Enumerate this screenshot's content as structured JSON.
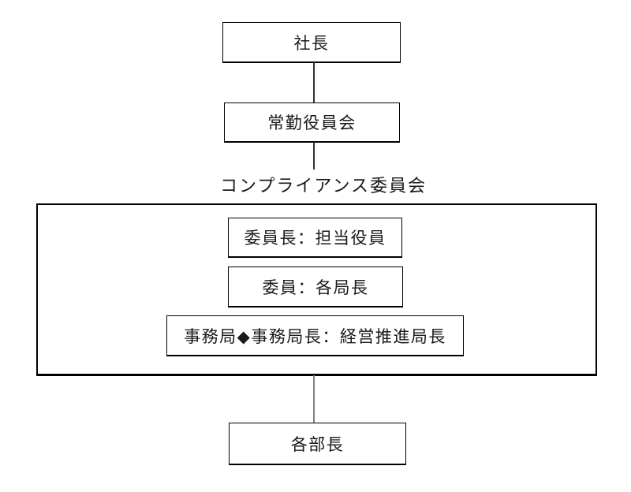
{
  "orgchart": {
    "committee_label": "コンプライアンス委員会",
    "nodes": {
      "president": {
        "label": "社長"
      },
      "standing_board": {
        "label": "常勤役員会"
      },
      "chairperson": {
        "label": "委員長：担当役員"
      },
      "members": {
        "label": "委員：各局長"
      },
      "secretariat": {
        "label": "事務局◆事務局長：経営推進局長"
      },
      "department_heads": {
        "label": "各部長"
      }
    }
  },
  "colors": {
    "background": "#ffffff",
    "text": "#1a1a1a",
    "border": "#000000",
    "connector_dark": "#333333",
    "connector_gray": "#808080"
  }
}
